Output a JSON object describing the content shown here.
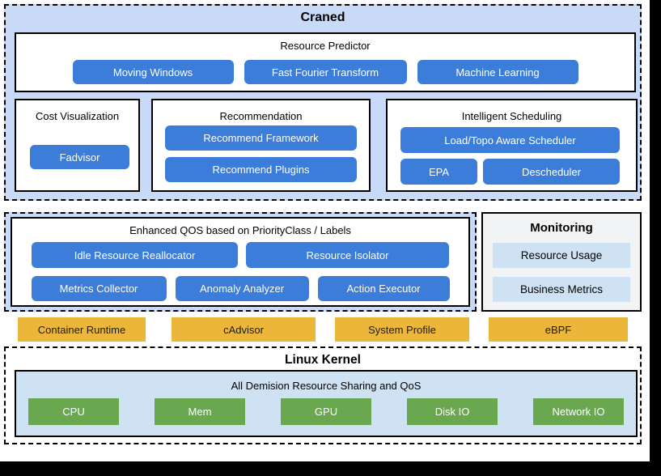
{
  "craned": {
    "title": "Craned",
    "resource_predictor": {
      "title": "Resource Predictor",
      "nodes": [
        "Moving Windows",
        "Fast Fourier Transform",
        "Machine Learning"
      ]
    },
    "cost_visualization": {
      "title": "Cost Visualization",
      "nodes": [
        "Fadvisor"
      ]
    },
    "recommendation": {
      "title": "Recommendation",
      "nodes": [
        "Recommend Framework",
        "Recommend Plugins"
      ]
    },
    "intelligent_scheduling": {
      "title": "Intelligent Scheduling",
      "nodes": [
        "Load/Topo Aware Scheduler",
        "EPA",
        "Descheduler"
      ]
    }
  },
  "qos": {
    "title": "Enhanced QOS based on PriorityClass / Labels",
    "row1": [
      "Idle Resource Reallocator",
      "Resource Isolator"
    ],
    "row2": [
      "Metrics Collector",
      "Anomaly Analyzer",
      "Action Executor"
    ]
  },
  "monitoring": {
    "title": "Monitoring",
    "items": [
      "Resource Usage",
      "Business Metrics"
    ]
  },
  "host_layer": {
    "nodes": [
      "Container Runtime",
      "cAdvisor",
      "System Profile",
      "eBPF"
    ]
  },
  "kernel": {
    "title": "Linux Kernel",
    "subtitle": "All Demision Resource Sharing and QoS",
    "nodes": [
      "CPU",
      "Mem",
      "GPU",
      "Disk IO",
      "Network IO"
    ]
  },
  "colors": {
    "container_fill": "#c9daf8",
    "node_blue": "#3d7dda",
    "node_gold": "#ecb63b",
    "node_green": "#6aa84f",
    "kernel_fill": "#cfe2f3",
    "monitoring_fill": "#f1f3f4",
    "chip_fill": "#cfe2f3"
  }
}
